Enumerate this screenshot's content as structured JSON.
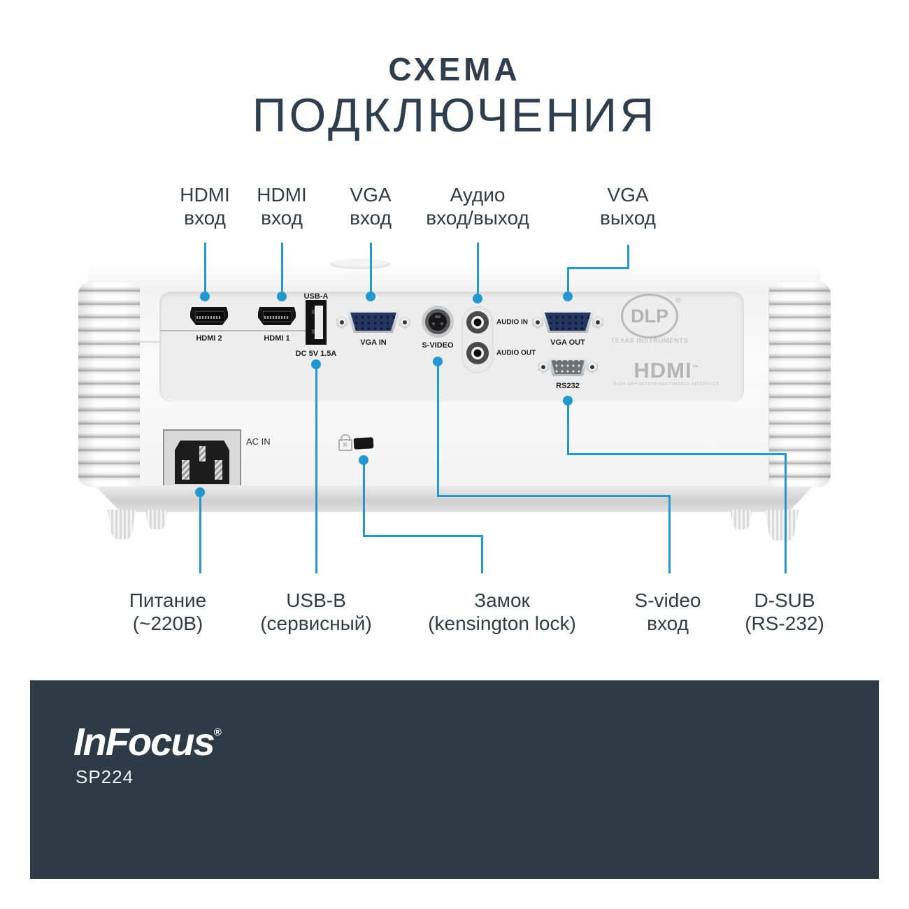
{
  "title": {
    "line1": "СХЕМА",
    "line2": "ПОДКЛЮЧЕНИЯ"
  },
  "colors": {
    "accent": "#2497cf",
    "footer_bg": "#2d3b46",
    "title_text": "#2e3e4c",
    "vga_navy": "#26375f"
  },
  "top_labels": [
    {
      "line1": "HDMI",
      "line2": "вход"
    },
    {
      "line1": "HDMI",
      "line2": "вход"
    },
    {
      "line1": "VGA",
      "line2": "вход"
    },
    {
      "line1": "Аудио",
      "line2": "вход/выход"
    },
    {
      "line1": "VGA",
      "line2": "выход"
    }
  ],
  "bottom_labels": [
    {
      "line1": "Питание",
      "line2": "(~220В)"
    },
    {
      "line1": "USB-B",
      "line2": "(сервисный)"
    },
    {
      "line1": "Замок",
      "line2": "(kensington lock)"
    },
    {
      "line1": "S-video",
      "line2": "вход"
    },
    {
      "line1": "D-SUB",
      "line2": "(RS-232)"
    }
  ],
  "ports": {
    "hdmi2": "HDMI 2",
    "hdmi1": "HDMI 1",
    "usb_a": "USB-A",
    "usb_a_power": "DC 5V 1.5A",
    "vga_in": "VGA IN",
    "s_video": "S-VIDEO",
    "audio_in": "AUDIO IN",
    "audio_out": "AUDIO OUT",
    "vga_out": "VGA OUT",
    "rs232": "RS232",
    "ac_in": "AC IN",
    "lock_k": "K"
  },
  "logos": {
    "dlp": "DLP",
    "dlp_reg": "®",
    "dlp_sub": "TEXAS INSTRUMENTS",
    "hdmi": "HDMI",
    "hdmi_tm": "™",
    "hdmi_sub": "HIGH-DEFINITION MULTIMEDIA INTERFACE"
  },
  "footer": {
    "brand": "InFocus",
    "brand_reg": "®",
    "model": "SP224"
  }
}
